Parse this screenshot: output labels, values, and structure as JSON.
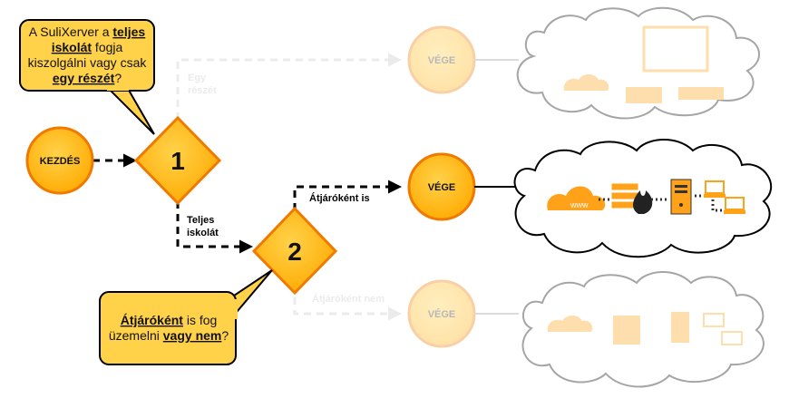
{
  "callout1": {
    "line1": [
      "A SuliXerver a ",
      "teljes"
    ],
    "line2": [
      "iskolát",
      " fogja"
    ],
    "line3": "kiszolgálni vagy csak",
    "line4": [
      "egy részét",
      "?"
    ]
  },
  "callout2": {
    "line1": [
      "Átjáróként",
      " is fog"
    ],
    "line2": [
      "üzemelni ",
      "vagy nem",
      "?"
    ]
  },
  "nodes": {
    "start": "KEZDÉS",
    "decision1": "1",
    "decision2": "2",
    "end_top": "VÉGE",
    "end_mid": "VÉGE",
    "end_bottom": "VÉGE"
  },
  "edges": {
    "part": [
      "Egy",
      "részét"
    ],
    "full": [
      "Teljes",
      "iskolát"
    ],
    "gateway_yes": "Átjáróként is",
    "gateway_no": "Átjáróként nem"
  },
  "icons": {
    "cloud_label": "www"
  },
  "colors": {
    "node_fill": "#ffb400",
    "node_stroke": "#f07a00",
    "callout_fill": "#ffd24a",
    "line": "#000000",
    "faded_line": "#c8c8c8"
  }
}
